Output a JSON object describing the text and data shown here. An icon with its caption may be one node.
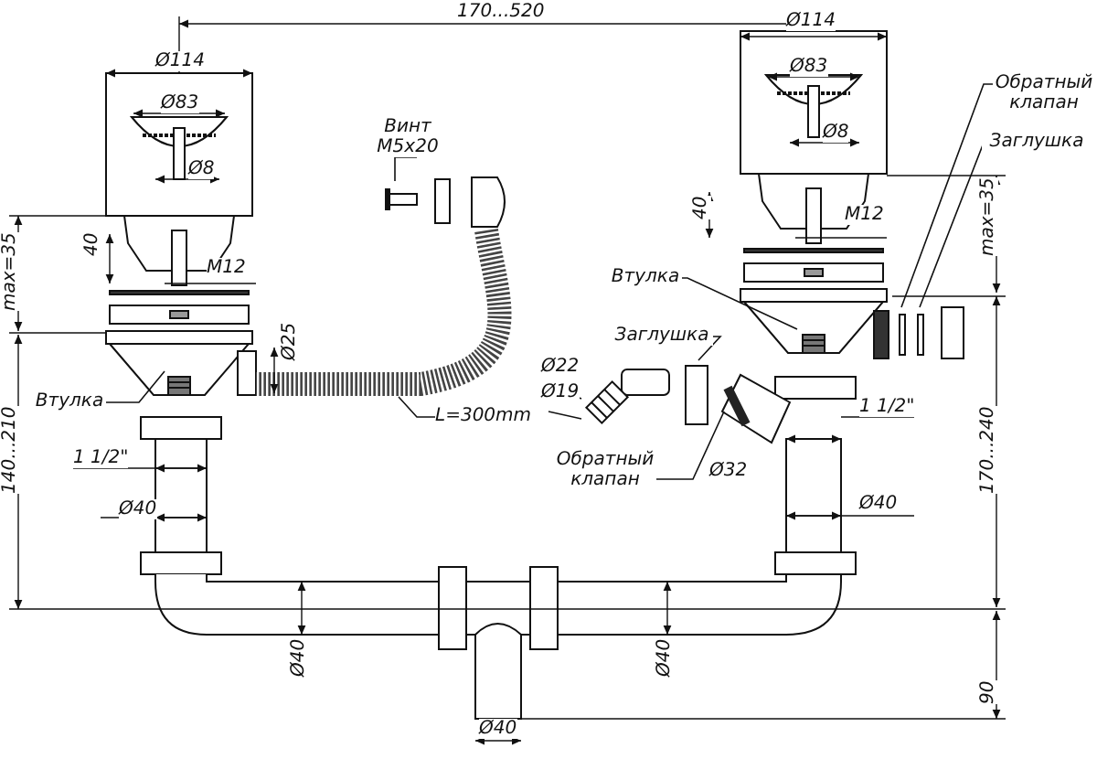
{
  "diagram": {
    "nodes": [
      {
        "text": [
          "Винт M5x20"
        ]
      },
      {
        "text": [
          "Обратный клапан"
        ]
      },
      {
        "text": [
          "Заглушка"
        ]
      },
      {
        "text": [
          "Втулка"
        ]
      },
      {
        "text": [
          "Заглушка"
        ]
      },
      {
        "text": [
          "Обратный клапан"
        ]
      },
      {
        "text": [
          "Втулка"
        ]
      },
      {
        "text": [
          "L=300mm"
        ]
      }
    ],
    "edges": [
      {
        "from": 0,
        "to": null,
        "arrow": "none"
      },
      {
        "from": 1,
        "to": null,
        "arrow": "none"
      },
      {
        "from": 2,
        "to": null,
        "arrow": "none"
      },
      {
        "from": 3,
        "to": null,
        "arrow": "none"
      },
      {
        "from": 4,
        "to": null,
        "arrow": "none"
      },
      {
        "from": 5,
        "to": null,
        "arrow": "none"
      },
      {
        "from": 6,
        "to": null,
        "arrow": "none"
      },
      {
        "from": 7,
        "to": null,
        "arrow": "none"
      }
    ],
    "labels": [
      "170...520",
      "Ø114",
      "Ø114",
      "Ø83",
      "Ø83",
      "Ø8",
      "Ø8",
      "40",
      "M12",
      "40",
      "M12",
      "max=35",
      "max=35",
      "Ø25",
      "140...210",
      "Ø22",
      "Ø19",
      "1 1/2\"",
      "170...240",
      "Ø32",
      "1 1/2\"",
      "Ø40",
      "Ø40",
      "Ø40",
      "Ø40",
      "90",
      "Ø40"
    ]
  }
}
